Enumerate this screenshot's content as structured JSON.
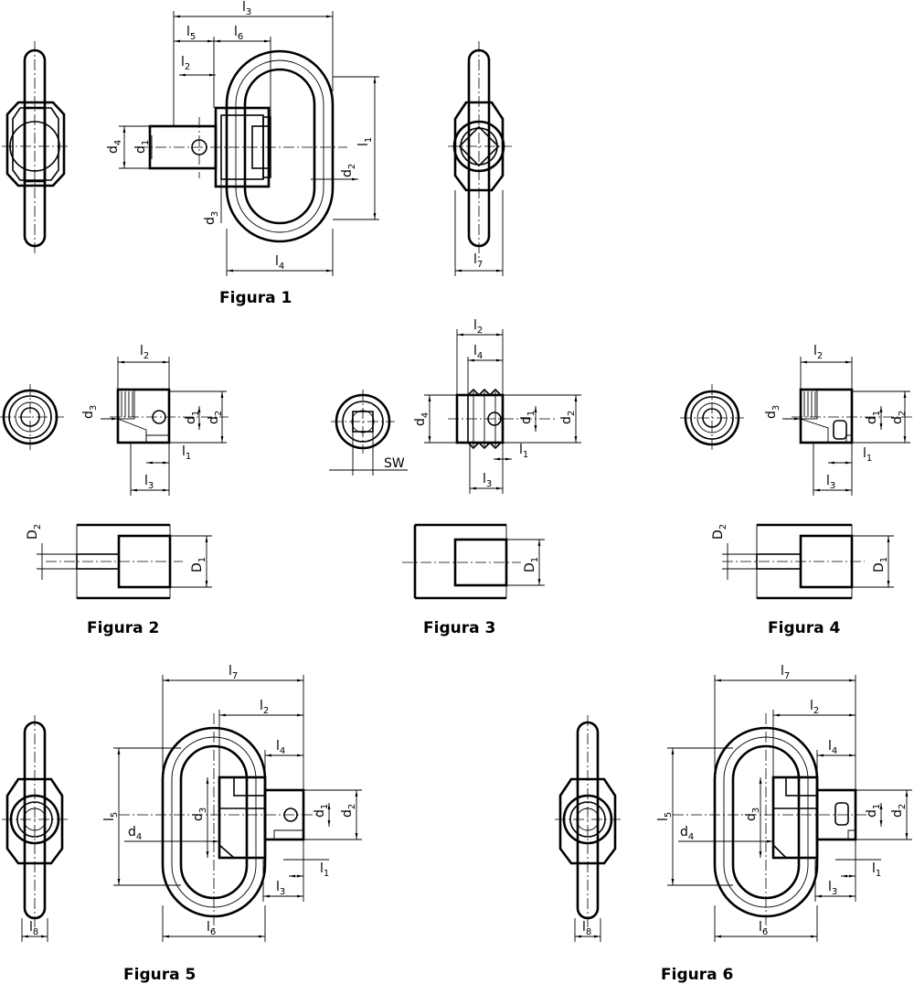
{
  "figures": [
    {
      "caption": "Figura 1"
    },
    {
      "caption": "Figura 2"
    },
    {
      "caption": "Figura 3"
    },
    {
      "caption": "Figura 4"
    },
    {
      "caption": "Figura 5"
    },
    {
      "caption": "Figura 6"
    }
  ],
  "dimensions": {
    "fig1": [
      {
        "main": "l",
        "sub": "3"
      },
      {
        "main": "l",
        "sub": "5"
      },
      {
        "main": "l",
        "sub": "6"
      },
      {
        "main": "l",
        "sub": "2"
      },
      {
        "main": "d",
        "sub": "4"
      },
      {
        "main": "d",
        "sub": "1"
      },
      {
        "main": "l",
        "sub": "1"
      },
      {
        "main": "d",
        "sub": "2"
      },
      {
        "main": "d",
        "sub": "3"
      },
      {
        "main": "l",
        "sub": "4"
      },
      {
        "main": "l",
        "sub": "7"
      }
    ],
    "fig2": [
      {
        "main": "l",
        "sub": "2"
      },
      {
        "main": "d",
        "sub": "3"
      },
      {
        "main": "d",
        "sub": "1"
      },
      {
        "main": "d",
        "sub": "2"
      },
      {
        "main": "l",
        "sub": "1"
      },
      {
        "main": "l",
        "sub": "3"
      },
      {
        "main": "D",
        "sub": "2"
      },
      {
        "main": "D",
        "sub": "1"
      }
    ],
    "fig3": [
      {
        "main": "l",
        "sub": "2"
      },
      {
        "main": "l",
        "sub": "4"
      },
      {
        "main": "d",
        "sub": "4"
      },
      {
        "main": "d",
        "sub": "1"
      },
      {
        "main": "d",
        "sub": "2"
      },
      {
        "main": "l",
        "sub": "1"
      },
      {
        "main": "l",
        "sub": "3"
      },
      {
        "main": "SW",
        "sub": ""
      },
      {
        "main": "D",
        "sub": "1"
      }
    ],
    "fig4": [
      {
        "main": "l",
        "sub": "2"
      },
      {
        "main": "d",
        "sub": "3"
      },
      {
        "main": "d",
        "sub": "1"
      },
      {
        "main": "d",
        "sub": "2"
      },
      {
        "main": "l",
        "sub": "1"
      },
      {
        "main": "l",
        "sub": "3"
      },
      {
        "main": "D",
        "sub": "2"
      },
      {
        "main": "D",
        "sub": "1"
      }
    ],
    "fig5": [
      {
        "main": "l",
        "sub": "7"
      },
      {
        "main": "l",
        "sub": "2"
      },
      {
        "main": "l",
        "sub": "4"
      },
      {
        "main": "l",
        "sub": "5"
      },
      {
        "main": "d",
        "sub": "4"
      },
      {
        "main": "d",
        "sub": "3"
      },
      {
        "main": "d",
        "sub": "1"
      },
      {
        "main": "d",
        "sub": "2"
      },
      {
        "main": "l",
        "sub": "1"
      },
      {
        "main": "l",
        "sub": "3"
      },
      {
        "main": "l",
        "sub": "6"
      },
      {
        "main": "l",
        "sub": "8"
      }
    ],
    "fig6": [
      {
        "main": "l",
        "sub": "7"
      },
      {
        "main": "l",
        "sub": "2"
      },
      {
        "main": "l",
        "sub": "4"
      },
      {
        "main": "l",
        "sub": "5"
      },
      {
        "main": "d",
        "sub": "4"
      },
      {
        "main": "d",
        "sub": "3"
      },
      {
        "main": "d",
        "sub": "1"
      },
      {
        "main": "d",
        "sub": "2"
      },
      {
        "main": "l",
        "sub": "1"
      },
      {
        "main": "l",
        "sub": "3"
      },
      {
        "main": "l",
        "sub": "6"
      },
      {
        "main": "l",
        "sub": "8"
      }
    ]
  }
}
